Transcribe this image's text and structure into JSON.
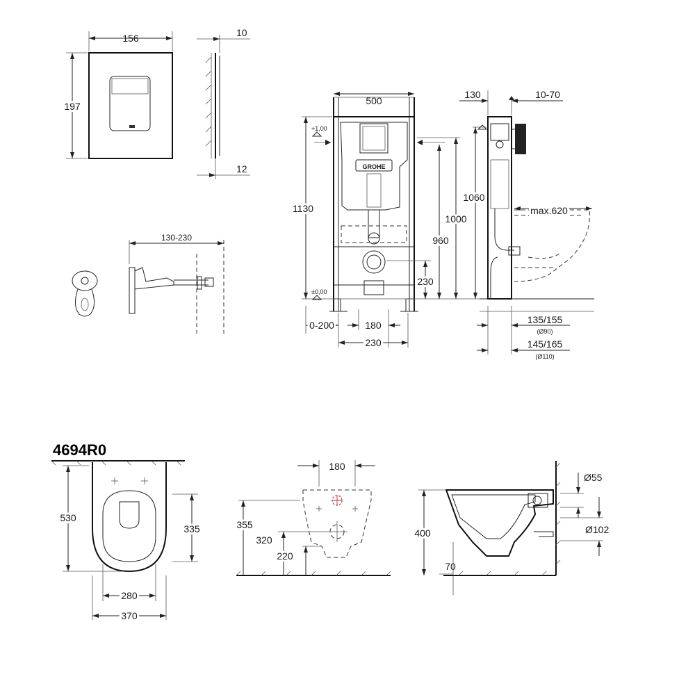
{
  "plate": {
    "width": "156",
    "height": "197",
    "depth_top": "10",
    "depth_bottom": "12"
  },
  "pipe": {
    "range": "130-230"
  },
  "frame": {
    "width": "500",
    "level_top": "+1,00",
    "level_zero": "±0,00",
    "height_total": "1130",
    "height_1000": "1000",
    "height_960": "960",
    "height_230": "230",
    "offset": "0-200",
    "spacing_180": "180",
    "spacing_230": "230"
  },
  "side": {
    "depth_130": "130",
    "range_10_70": "10-70",
    "height_1060": "1060",
    "max_620": "max.620",
    "d90_label": "135/155",
    "d90_note": "(Ø90)",
    "d110_label": "145/165",
    "d110_note": "(Ø110)"
  },
  "toilet": {
    "model": "4694R0",
    "top": {
      "length": "530",
      "seat_depth": "335",
      "inner_width": "280",
      "outer_width": "370"
    },
    "rear": {
      "spacing": "180",
      "h355": "355",
      "h320": "320",
      "h220": "220"
    },
    "profile": {
      "height": "400",
      "d55": "Ø55",
      "d102": "Ø102",
      "offset_70": "70"
    }
  }
}
